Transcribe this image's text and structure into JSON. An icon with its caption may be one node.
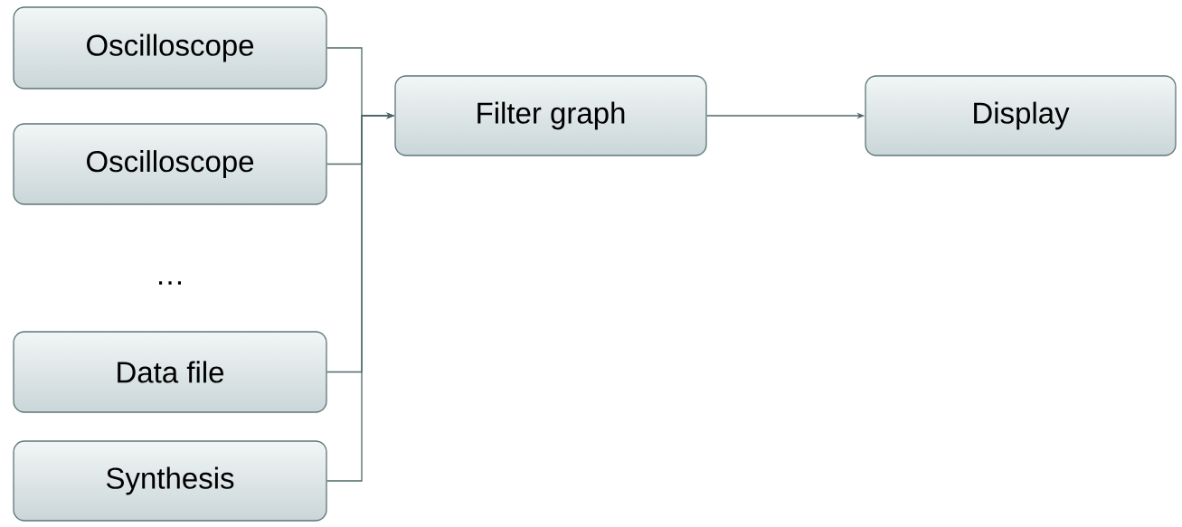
{
  "diagram": {
    "nodes": [
      {
        "text": [
          "Oscilloscope"
        ]
      },
      {
        "text": [
          "Oscilloscope"
        ]
      },
      {
        "text": [
          "Data file"
        ]
      },
      {
        "text": [
          "Synthesis"
        ]
      },
      {
        "text": [
          "Filter graph"
        ]
      },
      {
        "text": [
          "Display"
        ]
      }
    ],
    "edges": [
      {
        "from": 0,
        "to": 4,
        "arrow": "to"
      },
      {
        "from": 1,
        "to": 4,
        "arrow": "to"
      },
      {
        "from": 2,
        "to": 4,
        "arrow": "to"
      },
      {
        "from": 3,
        "to": 4,
        "arrow": "to"
      },
      {
        "from": 4,
        "to": 5,
        "arrow": "to"
      }
    ],
    "labels": [
      "…"
    ]
  }
}
